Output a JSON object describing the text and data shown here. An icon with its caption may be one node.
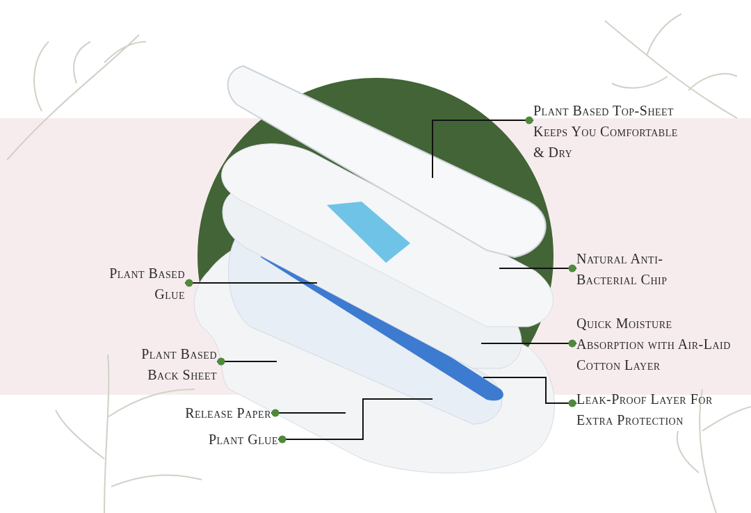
{
  "diagram": {
    "nodes": [
      {
        "text": [
          "Plant Based Top-Sheet Keeps You Comfortable & Dry"
        ]
      },
      {
        "text": [
          "Natural Anti-Bacterial Chip"
        ]
      },
      {
        "text": [
          "Quick Moisture Absorption with Air-Laid Cotton Layer"
        ]
      },
      {
        "text": [
          "Leak-Proof Layer For Extra Protection"
        ]
      },
      {
        "text": [
          "Plant Based Glue"
        ]
      },
      {
        "text": [
          "Plant Based Back Sheet"
        ]
      },
      {
        "text": [
          "Release Paper"
        ]
      },
      {
        "text": [
          "Plant Glue"
        ]
      }
    ],
    "edges": [
      {
        "from": 0,
        "to": null,
        "arrow": "other"
      },
      {
        "from": 1,
        "to": null,
        "arrow": "other"
      },
      {
        "from": 2,
        "to": null,
        "arrow": "other"
      },
      {
        "from": 3,
        "to": null,
        "arrow": "other"
      },
      {
        "from": 4,
        "to": null,
        "arrow": "other"
      },
      {
        "from": 5,
        "to": null,
        "arrow": "other"
      },
      {
        "from": 6,
        "to": null,
        "arrow": "other"
      },
      {
        "from": 7,
        "to": null,
        "arrow": "other"
      }
    ]
  }
}
